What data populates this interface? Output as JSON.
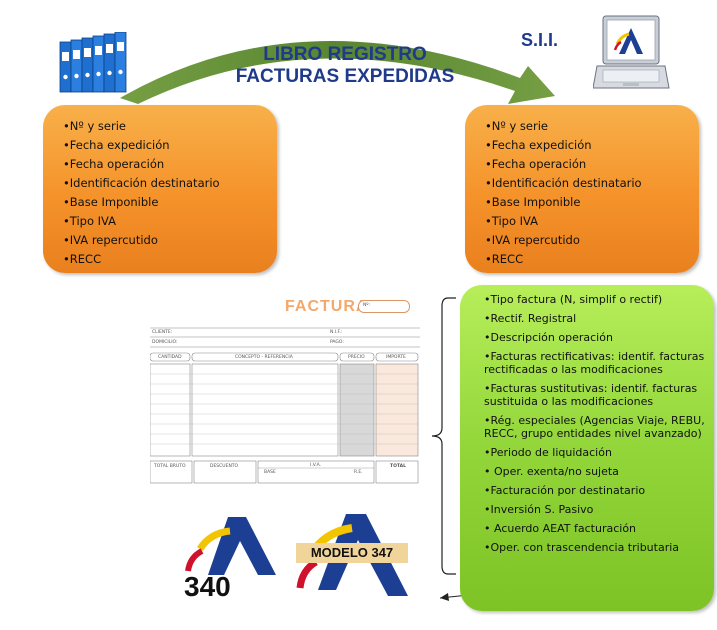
{
  "header": {
    "title_line1": "LIBRO REGISTRO",
    "title_line2": "FACTURAS EXPEDIDAS",
    "sii_label": "S.I.I."
  },
  "left_box": {
    "items": [
      "•Nº y serie",
      "•Fecha expedición",
      "•Fecha operación",
      "•Identificación destinatario",
      "•Base Imponible",
      "•Tipo IVA",
      "•IVA repercutido",
      "•RECC"
    ]
  },
  "right_box": {
    "items": [
      "•Nº y serie",
      "•Fecha expedición",
      "•Fecha operación",
      "•Identificación destinatario",
      "•Base Imponible",
      "•Tipo IVA",
      "•IVA repercutido",
      "•RECC"
    ]
  },
  "green_box": {
    "items": [
      "•Tipo factura (N, simplif o rectif)",
      "•Rectif. Registral",
      "•Descripción operación",
      "•Facturas rectificativas: identif. facturas rectificadas o las modificaciones",
      "•Facturas sustitutivas: identif. facturas sustituida o las modificaciones",
      "•Rég. especiales (Agencias Viaje, REBU, RECC, grupo entidades nivel avanzado)",
      "•Periodo de liquidación",
      "• Oper. exenta/no sujeta",
      "•Facturación por destinatario",
      "•Inversión S. Pasivo",
      "• Acuerdo AEAT facturación",
      "•Oper. con trascendencia tributaria"
    ]
  },
  "invoice": {
    "title": "FACTURA",
    "number_label": "Nº:",
    "cliente": "CLIENTE:",
    "nif": "N.I.F.:",
    "domicilio": "DOMICILIO:",
    "pago": "PAGO:",
    "col_cantidad": "CANTIDAD",
    "col_concepto": "CONCEPTO - REFERENCIA",
    "col_precio": "PRECIO",
    "col_importe": "IMPORTE",
    "total_bruto": "TOTAL BRUTO",
    "descuento": "DESCUENTO",
    "base": "BASE",
    "iva": "I.V.A.",
    "re": "R.E.",
    "total": "TOTAL"
  },
  "logos": {
    "modelo_347": "MODELO 347",
    "modelo_340": "340"
  },
  "colors": {
    "title_blue": "#1f3a8a",
    "orange": "#f5922a",
    "green": "#92d63a",
    "arrow_green": "#5a8a2a",
    "aeat_blue": "#1c3f94",
    "aeat_yellow": "#f2c500",
    "aeat_red": "#d0112b"
  }
}
